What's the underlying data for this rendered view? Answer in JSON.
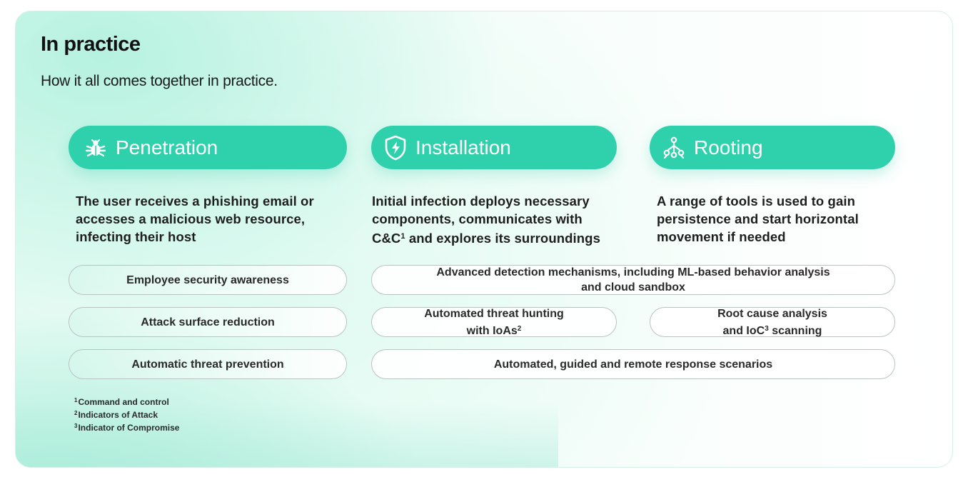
{
  "page": {
    "title": "In practice",
    "subtitle": "How it all comes together in practice."
  },
  "colors": {
    "accent": "#2fd1ad",
    "pill_text": "#ffffff",
    "text": "#1e1e1e",
    "capability_border": "#b9c4c2"
  },
  "stages": [
    {
      "label": "Penetration",
      "icon": "bug-icon",
      "description_lines": [
        "The user receives a phishing email or",
        "accesses a malicious web resource,",
        "infecting their host"
      ]
    },
    {
      "label": "Installation",
      "icon": "shield-lightning-icon",
      "description_lines": [
        "Initial infection deploys necessary",
        "components, communicates with"
      ],
      "description_line3_pre": "C&C",
      "description_line3_sup": "1",
      "description_line3_post": " and explores its surroundings"
    },
    {
      "label": "Rooting",
      "icon": "hierarchy-icon",
      "description_lines": [
        "A range of tools is used to gain",
        "persistence and start horizontal",
        "movement if needed"
      ]
    }
  ],
  "capabilities": {
    "employee_awareness": "Employee security awareness",
    "attack_surface": "Attack surface reduction",
    "auto_prevention": "Automatic threat prevention",
    "advanced_detection_line1": "Advanced detection mechanisms, including ML-based behavior analysis",
    "advanced_detection_line2": "and cloud sandbox",
    "threat_hunting_line1": "Automated threat hunting",
    "threat_hunting_line2_pre": "with IoAs",
    "threat_hunting_line2_sup": "2",
    "root_cause_line1": "Root cause analysis",
    "root_cause_line2_pre": "and IoC",
    "root_cause_line2_sup": "3",
    "root_cause_line2_post": " scanning",
    "response": "Automated, guided and remote response scenarios"
  },
  "footnotes": [
    {
      "num": "1",
      "text": "Command and control"
    },
    {
      "num": "2",
      "text": "Indicators of Attack"
    },
    {
      "num": "3",
      "text": "Indicator of Compromise"
    }
  ]
}
